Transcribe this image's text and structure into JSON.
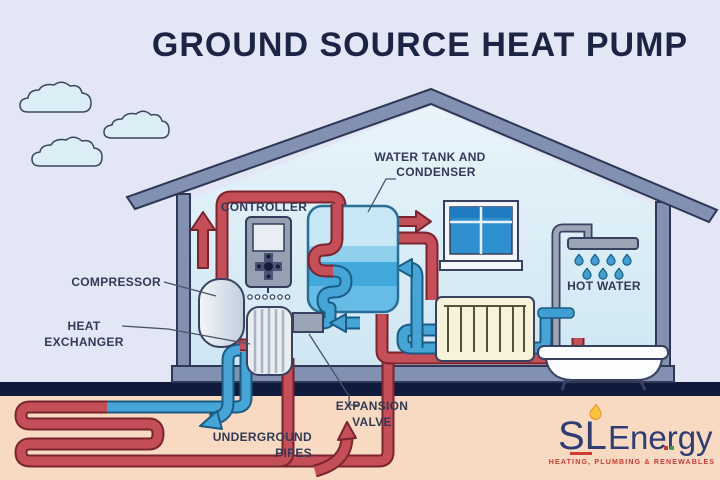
{
  "title": "GROUND SOURCE HEAT PUMP",
  "labels": {
    "controller": "CONTROLLER",
    "water_tank_line1": "WATER TANK AND",
    "water_tank_line2": "CONDENSER",
    "compressor": "COMPRESSOR",
    "heat_exchanger_line1": "HEAT",
    "heat_exchanger_line2": "EXCHANGER",
    "hot_water": "HOT WATER",
    "expansion_valve_line1": "EXPANSION",
    "expansion_valve_line2": "VALVE",
    "underground_pipes_line1": "UNDERGROUND",
    "underground_pipes_line2": "PIPES"
  },
  "logo": {
    "name": "SL Energy",
    "mark": "SL",
    "word": "Energy",
    "tagline": "HEATING, PLUMBING & RENEWABLES"
  },
  "colors": {
    "sky": "#e2e6f5",
    "ground_soil": "#f8d9c2",
    "ground_line": "#101a3c",
    "structure": "#8290b2",
    "interior_light": "#e8f4fa",
    "interior_dark": "#cfe7f3",
    "hot_pipe": "#c44f58",
    "hot_pipe_outline": "#7a2430",
    "cold_pipe": "#47a4d6",
    "cold_pipe_outline": "#1a5c83",
    "tank_band_top": "#c7e7f4",
    "tank_band_mid": "#41a8dc",
    "radiator": "#f7f3da",
    "title_text": "#1c2444",
    "label_text": "#323a55",
    "logo_navy": "#2e3e72",
    "logo_red": "#cf3b34",
    "flame_yellow": "#f6c53a"
  }
}
